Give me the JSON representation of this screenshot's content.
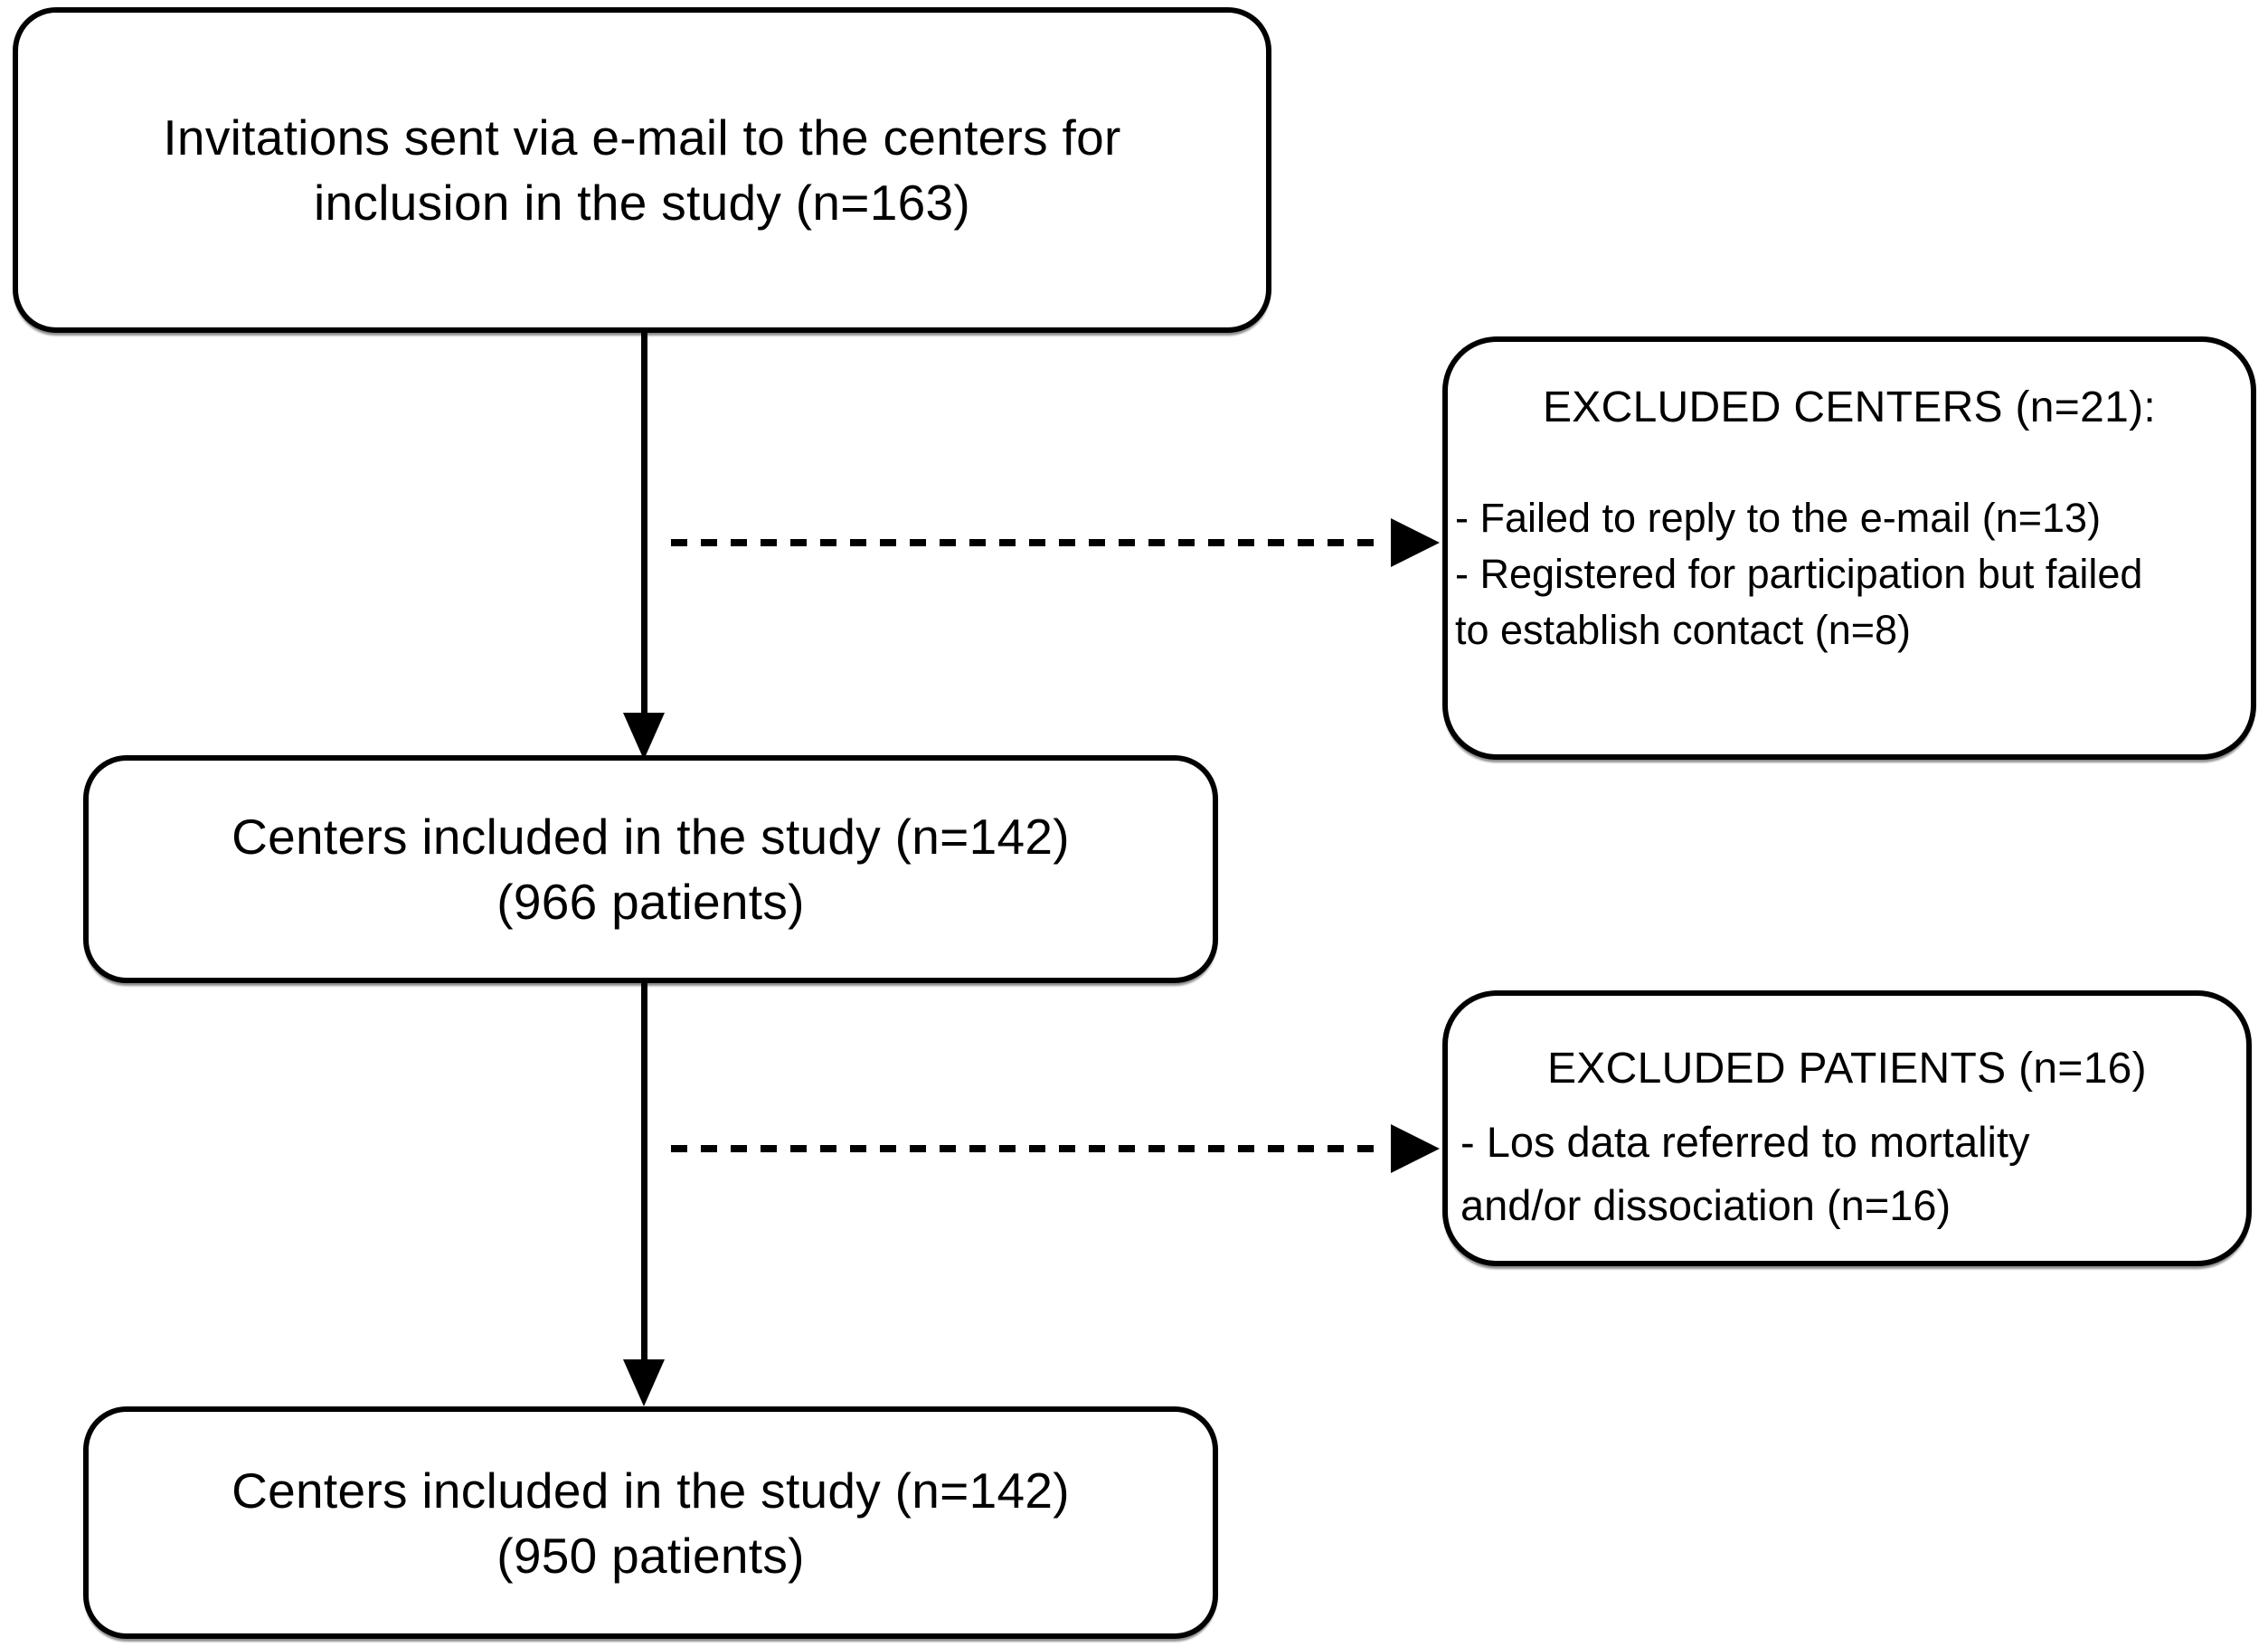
{
  "diagram": {
    "type": "flowchart",
    "colors": {
      "background": "#ffffff",
      "line": "#000000",
      "text": "#000000"
    },
    "nodes": {
      "invitations": {
        "lines": [
          "Invitations sent via e-mail to the centers for",
          "inclusion in the study (n=163)"
        ]
      },
      "excluded_centers": {
        "title": "EXCLUDED CENTERS (n=21):",
        "lines": [
          "- Failed to reply to the e-mail (n=13)",
          "- Registered for participation but failed",
          "to establish contact (n=8)"
        ]
      },
      "centers_included": {
        "lines": [
          "Centers included in the study (n=142)",
          "(966 patients)"
        ]
      },
      "excluded_patients": {
        "title": "EXCLUDED PATIENTS (n=16)",
        "lines": [
          "- Los data referred to mortality",
          "and/or dissociation (n=16)"
        ]
      },
      "final_centers": {
        "lines": [
          "Centers included in the study (n=142)",
          "(950 patients)"
        ]
      }
    },
    "edges": [
      {
        "from": "invitations",
        "to": "centers_included",
        "style": "solid-arrow"
      },
      {
        "from": "invitations",
        "to": "excluded_centers",
        "style": "dashed-arrow"
      },
      {
        "from": "centers_included",
        "to": "final_centers",
        "style": "solid-arrow"
      },
      {
        "from": "centers_included",
        "to": "excluded_patients",
        "style": "dashed-arrow"
      }
    ]
  }
}
